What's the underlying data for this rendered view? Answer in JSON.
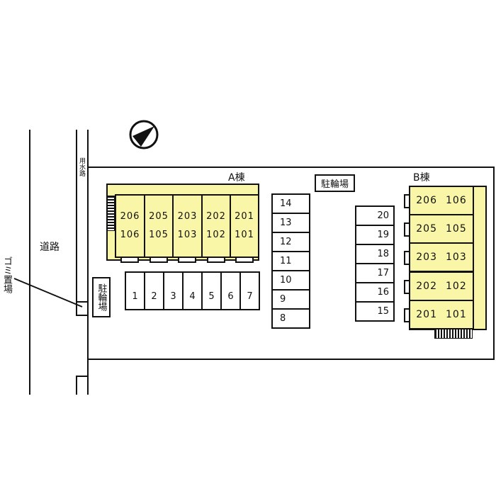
{
  "labels": {
    "road": "道路",
    "waterway": "用水路",
    "garbage": "ゴミ置場",
    "building_a": "A棟",
    "building_b": "B棟",
    "bicycle_parking_a": "駐輪場",
    "bicycle_parking_b": "駐輪場"
  },
  "building_a_units": [
    {
      "upper": "206",
      "lower": "106"
    },
    {
      "upper": "205",
      "lower": "105"
    },
    {
      "upper": "203",
      "lower": "103"
    },
    {
      "upper": "202",
      "lower": "102"
    },
    {
      "upper": "201",
      "lower": "101"
    }
  ],
  "building_b_units": [
    {
      "upper": "206",
      "lower": "106"
    },
    {
      "upper": "205",
      "lower": "105"
    },
    {
      "upper": "203",
      "lower": "103"
    },
    {
      "upper": "202",
      "lower": "102"
    },
    {
      "upper": "201",
      "lower": "101"
    }
  ],
  "parking_row_bottom": [
    "1",
    "2",
    "3",
    "4",
    "5",
    "6",
    "7"
  ],
  "parking_col_middle": [
    "14",
    "13",
    "12",
    "11",
    "10",
    "9",
    "8"
  ],
  "parking_col_right": [
    "20",
    "19",
    "18",
    "17",
    "16",
    "15"
  ],
  "colors": {
    "building": "#faf6a8",
    "line": "#111111"
  }
}
